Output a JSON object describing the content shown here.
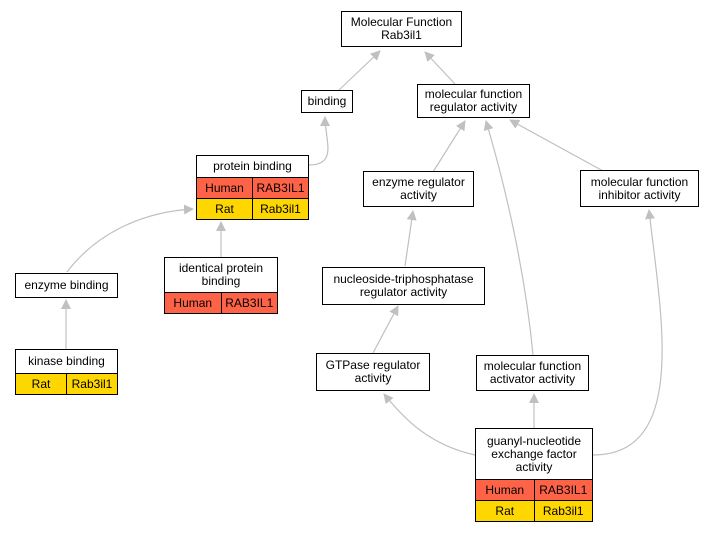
{
  "nodes": {
    "root": {
      "title": "Molecular Function\nRab3il1"
    },
    "binding": {
      "title": "binding"
    },
    "mf_regulator": {
      "title": "molecular function\nregulator activity"
    },
    "protein_binding": {
      "title": "protein binding",
      "rows": [
        {
          "species": "Human",
          "gene": "RAB3IL1",
          "color": "#ff6347"
        },
        {
          "species": "Rat",
          "gene": "Rab3il1",
          "color": "#ffd700"
        }
      ]
    },
    "enzyme_regulator": {
      "title": "enzyme regulator\nactivity"
    },
    "mf_inhibitor": {
      "title": "molecular function\ninhibitor activity"
    },
    "enzyme_binding": {
      "title": "enzyme binding"
    },
    "identical_protein_binding": {
      "title": "identical protein\nbinding",
      "rows": [
        {
          "species": "Human",
          "gene": "RAB3IL1",
          "color": "#ff6347"
        }
      ]
    },
    "ntpase_regulator": {
      "title": "nucleoside-triphosphatase\nregulator activity"
    },
    "kinase_binding": {
      "title": "kinase binding",
      "rows": [
        {
          "species": "Rat",
          "gene": "Rab3il1",
          "color": "#ffd700"
        }
      ]
    },
    "gtpase_regulator": {
      "title": "GTPase regulator\nactivity"
    },
    "mf_activator": {
      "title": "molecular function\nactivator activity"
    },
    "gnef": {
      "title": "guanyl-nucleotide\nexchange factor\nactivity",
      "rows": [
        {
          "species": "Human",
          "gene": "RAB3IL1",
          "color": "#ff6347"
        },
        {
          "species": "Rat",
          "gene": "Rab3il1",
          "color": "#ffd700"
        }
      ]
    }
  },
  "edges": [
    {
      "from": "binding",
      "to": "root"
    },
    {
      "from": "mf_regulator",
      "to": "root"
    },
    {
      "from": "protein_binding",
      "to": "binding"
    },
    {
      "from": "enzyme_regulator",
      "to": "mf_regulator"
    },
    {
      "from": "mf_inhibitor",
      "to": "mf_regulator"
    },
    {
      "from": "mf_activator",
      "to": "mf_regulator"
    },
    {
      "from": "enzyme_binding",
      "to": "protein_binding"
    },
    {
      "from": "identical_protein_binding",
      "to": "protein_binding"
    },
    {
      "from": "kinase_binding",
      "to": "enzyme_binding"
    },
    {
      "from": "ntpase_regulator",
      "to": "enzyme_regulator"
    },
    {
      "from": "gtpase_regulator",
      "to": "ntpase_regulator"
    },
    {
      "from": "gnef",
      "to": "gtpase_regulator"
    },
    {
      "from": "gnef",
      "to": "mf_activator"
    },
    {
      "from": "gnef",
      "to": "mf_inhibitor"
    }
  ],
  "colors": {
    "edge": "#c0c0c0",
    "human": "#ff6347",
    "rat": "#ffd700"
  }
}
